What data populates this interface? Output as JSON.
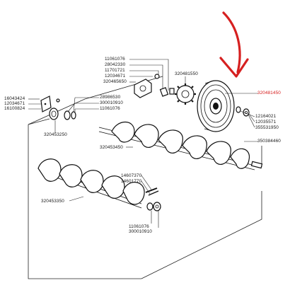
{
  "colors": {
    "line": "#111111",
    "highlight": "#d62020",
    "background": "#ffffff"
  },
  "labels": {
    "upper_shaft_group": [
      "11061076",
      "28042330",
      "11701721",
      "12034671",
      "320465650"
    ],
    "sprocket": "320481550",
    "pulley": "320481450",
    "bearing_left_group": [
      "16043424",
      "12034671",
      "16100824"
    ],
    "washer_group": [
      "28986530",
      "300010910",
      "11061076"
    ],
    "bearing_left": "320453250",
    "right_small_parts": [
      "12164021",
      "12035571",
      "355531950"
    ],
    "right_shaft": "350384460",
    "upper_auger": "320453450",
    "pin_group": [
      "14607370",
      "14601770"
    ],
    "lower_auger": "320453350",
    "lower_bolts": [
      "11061076",
      "300010910"
    ]
  },
  "icons": {
    "annotation_arrow": "red-arrow-icon"
  }
}
